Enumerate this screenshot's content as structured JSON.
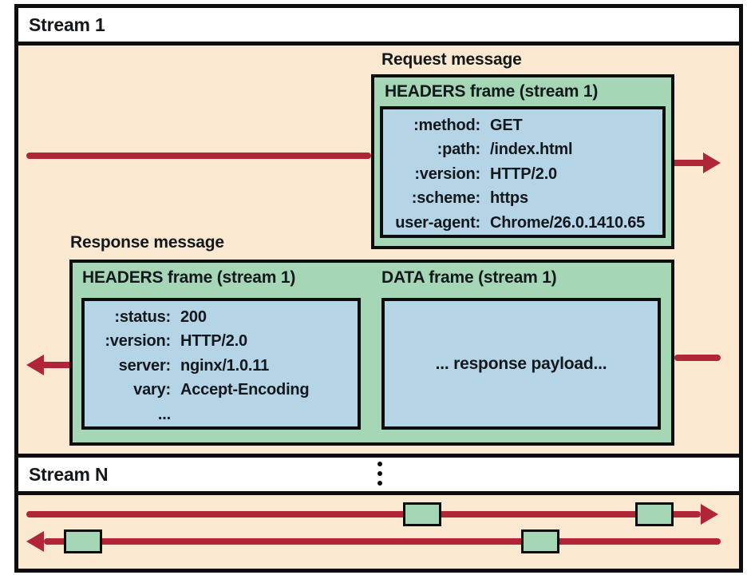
{
  "title_bands": {
    "stream1": "Stream 1",
    "streamN": "Stream N"
  },
  "request": {
    "label": "Request message",
    "frame_title": "HEADERS frame (stream 1)",
    "headers": [
      {
        "key": ":method:",
        "value": "GET"
      },
      {
        "key": ":path:",
        "value": "/index.html"
      },
      {
        "key": ":version:",
        "value": "HTTP/2.0"
      },
      {
        "key": ":scheme:",
        "value": "https"
      },
      {
        "key": "user-agent:",
        "value": "Chrome/26.0.1410.65"
      }
    ]
  },
  "response": {
    "label": "Response message",
    "headers_frame": {
      "title": "HEADERS frame (stream 1)",
      "headers": [
        {
          "key": ":status:",
          "value": "200"
        },
        {
          "key": ":version:",
          "value": "HTTP/2.0"
        },
        {
          "key": "server:",
          "value": "nginx/1.0.11"
        },
        {
          "key": "vary:",
          "value": "Accept-Encoding"
        },
        {
          "key": "...",
          "value": ""
        }
      ]
    },
    "data_frame": {
      "title": "DATA frame (stream 1)",
      "payload": "... response payload..."
    }
  },
  "icons": {
    "vertical_ellipsis": "⋮",
    "arrow_right": "→",
    "arrow_left": "←"
  },
  "colors": {
    "background_peach": "#fae8d1",
    "frame_green": "#a5d6b6",
    "box_blue": "#b5d5e7",
    "arrow_red": "#b02537",
    "border_black": "#0d0d0d",
    "band_white": "#ffffff"
  }
}
